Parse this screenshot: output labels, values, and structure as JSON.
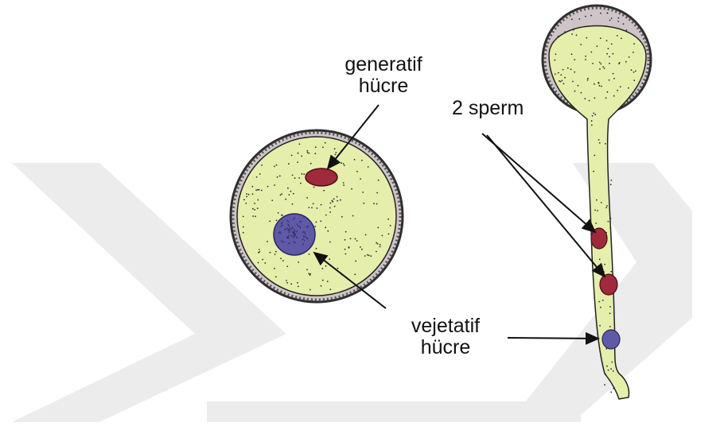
{
  "labels": {
    "generative_line1": "generatif",
    "generative_line2": "hücre",
    "sperm": "2 sperm",
    "vegetative_line1": "vejetatif",
    "vegetative_line2": "hücre"
  },
  "colors": {
    "cytoplasm": "#e6eeac",
    "wall": "#2f2f2f",
    "wall_fill": "#cfc4c8",
    "generative_nucleus": "#9e2a3c",
    "sperm_nucleus": "#9e2a3c",
    "vegetative_nucleus": "#5f5aa6",
    "watermark": "#ececec",
    "arrow": "#111111"
  }
}
